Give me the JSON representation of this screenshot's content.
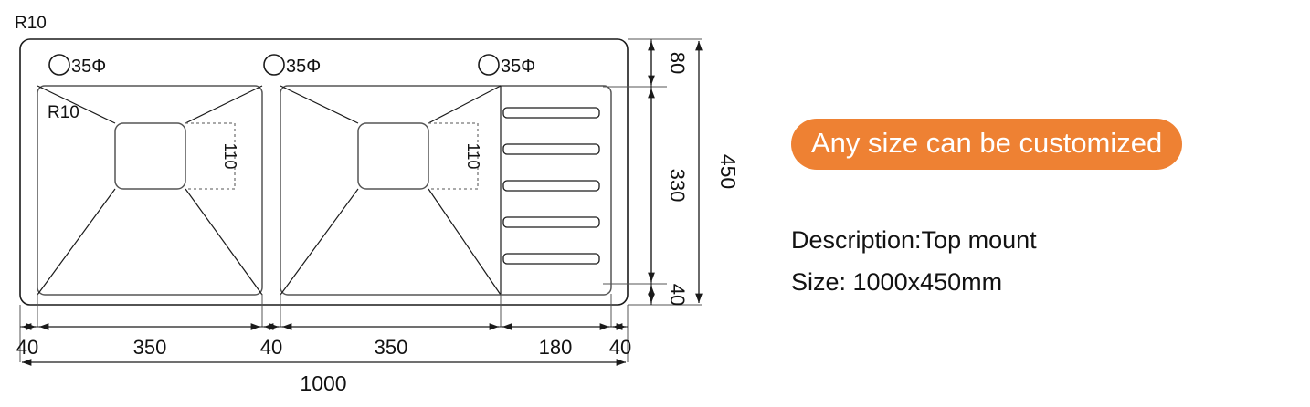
{
  "drawing": {
    "title_note_top_left": "R10",
    "basin_corner_note": "R10",
    "faucet_holes": [
      {
        "label": "35Φ"
      },
      {
        "label": "35Φ"
      },
      {
        "label": "35Φ"
      }
    ],
    "drain_depth_labels": [
      "110",
      "110"
    ],
    "horizontal_dimensions": [
      {
        "label": "40"
      },
      {
        "label": "350"
      },
      {
        "label": "40"
      },
      {
        "label": "350"
      },
      {
        "label": "180"
      },
      {
        "label": "40"
      }
    ],
    "overall_width_label": "1000",
    "vertical_dimensions": [
      {
        "label": "80"
      },
      {
        "label": "330"
      },
      {
        "label": "40"
      }
    ],
    "overall_height_label": "450",
    "groove_count": 5,
    "line_color": "#1a1a1a",
    "dim_color": "#1a1a1a"
  },
  "info": {
    "badge_text": "Any size can be customized",
    "badge_color": "#ee8133",
    "description_line": "Description:Top mount",
    "size_line": "Size: 1000x450mm"
  }
}
